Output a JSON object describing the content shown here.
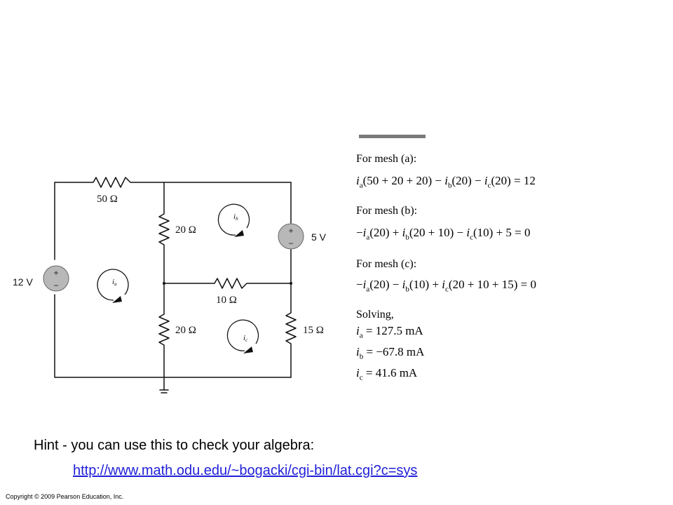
{
  "circuit": {
    "labels": {
      "r50": "50 Ω",
      "r20_top": "20 Ω",
      "r20_bot": "20 Ω",
      "r10": "10 Ω",
      "r15": "15 Ω",
      "v12": "12 V",
      "v5": "5 V",
      "ia": "i",
      "ia_sub": "a",
      "ib": "i",
      "ib_sub": "b",
      "ic": "i",
      "ic_sub": "c"
    }
  },
  "equations": {
    "mesh_a_head": "For mesh (a):",
    "mesh_a": {
      "t1": "(50 + 20 + 20) − ",
      "t2": "(20) − ",
      "t3": "(20) = 12"
    },
    "mesh_b_head": "For mesh (b):",
    "mesh_b": {
      "t1": "(20) + ",
      "t2": "(20 + 10) − ",
      "t3": "(10) + 5 = 0"
    },
    "mesh_c_head": "For mesh (c):",
    "mesh_c": {
      "t1": "(20) − ",
      "t2": "(10) + ",
      "t3": "(20 + 10 + 15) = 0"
    },
    "solving_head": "Solving,",
    "sol_a": " = 127.5 mA",
    "sol_b": " = −67.8 mA",
    "sol_c": " = 41.6 mA",
    "var_i": "i",
    "sub_a": "a",
    "sub_b": "b",
    "sub_c": "c",
    "minus": "−"
  },
  "hint_text": "Hint - you can use this to check your algebra:",
  "link_text": "http://www.math.odu.edu/~bogacki/cgi-bin/lat.cgi?c=sys",
  "copyright": "Copyright © 2009 Pearson Education, Inc."
}
